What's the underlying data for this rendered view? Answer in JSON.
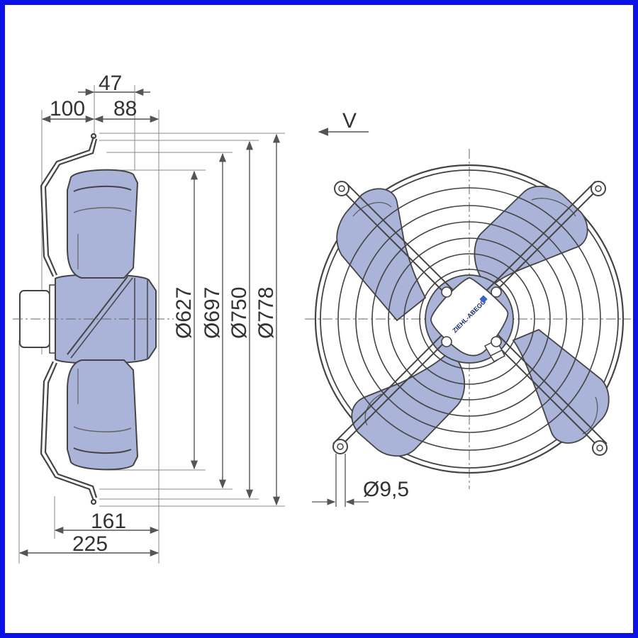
{
  "drawing": {
    "side_view": {
      "dims_top": {
        "d47": "47",
        "d100": "100",
        "d88": "88"
      },
      "dims_bottom": {
        "d161": "161",
        "d225": "225"
      },
      "diameters": {
        "d627": "Ø627",
        "d697": "Ø697",
        "d750": "Ø750",
        "d778": "Ø778"
      }
    },
    "front_view": {
      "airflow_label": "V",
      "hole_dim": "Ø9,5",
      "brand": "ZIEHL-ABEGG"
    }
  },
  "colors": {
    "frame_border": "#0a10e6",
    "blade_fill": "#aab3d8",
    "line": "#444444",
    "dim_line": "#555555"
  }
}
